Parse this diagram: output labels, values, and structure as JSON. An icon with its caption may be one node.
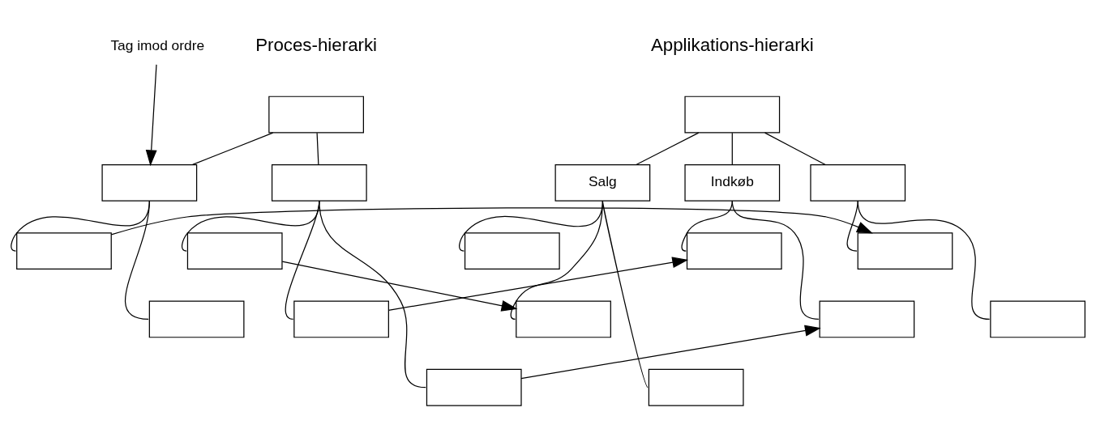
{
  "diagram": {
    "nodes": [
      {
        "text": [],
        "shape": "box"
      },
      {
        "text": [
          "Salg"
        ]
      },
      {
        "text": [
          "Indkøb"
        ]
      },
      {
        "text": [],
        "shape": "box"
      },
      {
        "text": [],
        "shape": "box"
      },
      {
        "text": [],
        "shape": "box"
      },
      {
        "text": [],
        "shape": "box"
      },
      {
        "text": [],
        "shape": "box"
      },
      {
        "text": [],
        "shape": "box"
      },
      {
        "text": [],
        "shape": "box"
      },
      {
        "text": [],
        "shape": "box"
      },
      {
        "text": [],
        "shape": "box"
      },
      {
        "text": [],
        "shape": "box"
      },
      {
        "text": [],
        "shape": "box"
      },
      {
        "text": [],
        "shape": "box"
      },
      {
        "text": [],
        "shape": "box"
      },
      {
        "text": [],
        "shape": "box"
      },
      {
        "text": [],
        "shape": "box"
      },
      {
        "text": [],
        "shape": "box"
      },
      {
        "text": [
          "Tag imod ordre"
        ]
      }
    ],
    "edges": [
      {
        "from": 0,
        "to": 1,
        "arrow": "none"
      },
      {
        "from": 0,
        "to": 2,
        "arrow": "none"
      },
      {
        "from": 0,
        "to": 3,
        "arrow": "none"
      },
      {
        "from": 1,
        "to": 4,
        "arrow": "none"
      },
      {
        "from": 1,
        "to": 5,
        "arrow": "none"
      },
      {
        "from": 1,
        "to": 6,
        "arrow": "none"
      },
      {
        "from": 2,
        "to": 7,
        "arrow": "none"
      },
      {
        "from": 2,
        "to": 8,
        "arrow": "none"
      },
      {
        "from": 3,
        "to": 9,
        "arrow": "none"
      },
      {
        "from": 3,
        "to": 10,
        "arrow": "none"
      },
      {
        "from": 11,
        "to": 12,
        "arrow": "none"
      },
      {
        "from": 11,
        "to": 13,
        "arrow": "none"
      },
      {
        "from": 12,
        "to": 14,
        "arrow": "none"
      },
      {
        "from": 12,
        "to": 15,
        "arrow": "none"
      },
      {
        "from": 12,
        "to": 16,
        "arrow": "none"
      },
      {
        "from": 13,
        "to": 17,
        "arrow": "none"
      },
      {
        "from": 13,
        "to": 18,
        "arrow": "none"
      },
      {
        "from": 17,
        "to": 9,
        "arrow": "to"
      },
      {
        "from": 14,
        "to": 5,
        "arrow": "to"
      },
      {
        "from": 15,
        "to": 7,
        "arrow": "to"
      },
      {
        "from": 16,
        "to": 8,
        "arrow": "to"
      },
      {
        "from": 19,
        "to": 13,
        "arrow": "to"
      }
    ],
    "labels": [
      "Applikations-hierarki",
      "Proces-hierarki"
    ]
  }
}
